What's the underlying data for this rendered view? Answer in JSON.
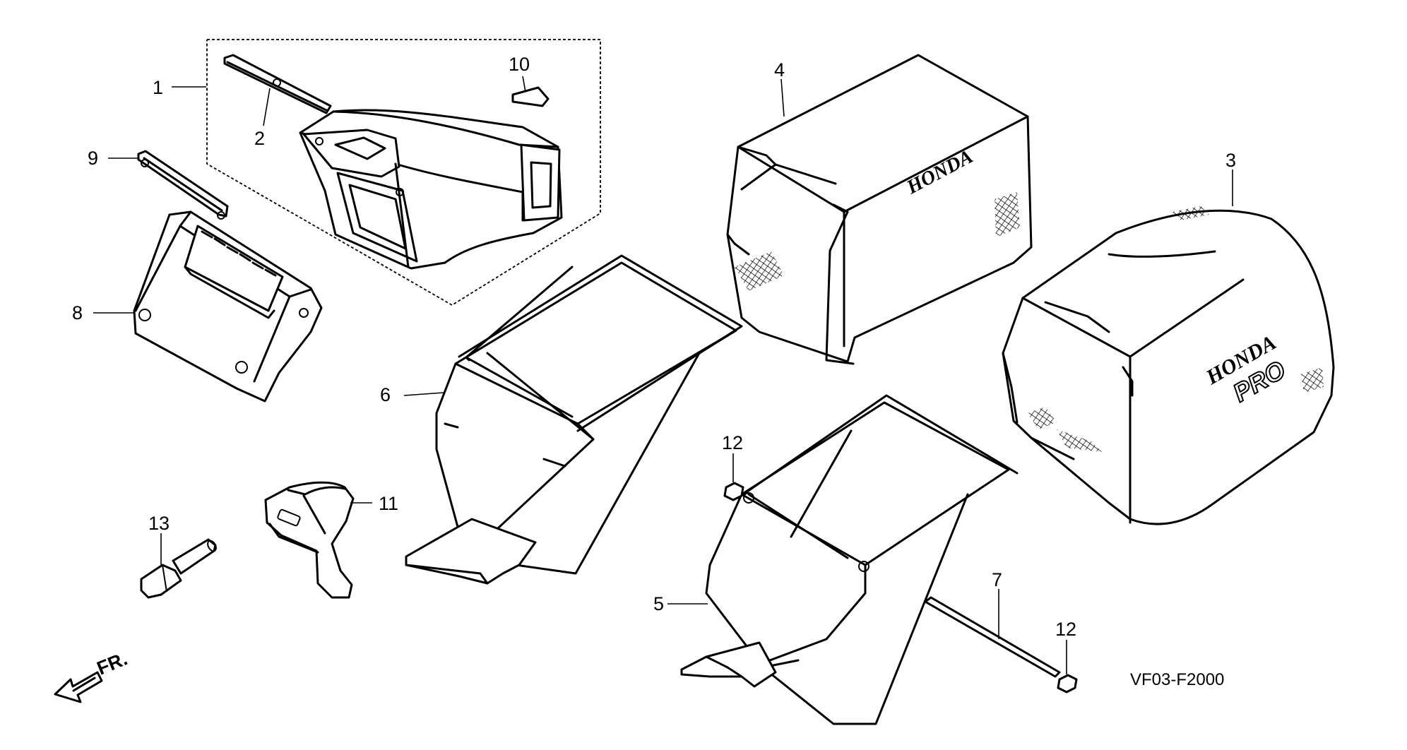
{
  "diagram": {
    "drawing_code": "VF03-F2000",
    "direction_label": "FR.",
    "callouts": [
      {
        "id": "c1",
        "label": "1"
      },
      {
        "id": "c2",
        "label": "2"
      },
      {
        "id": "c3",
        "label": "3"
      },
      {
        "id": "c4",
        "label": "4"
      },
      {
        "id": "c5",
        "label": "5"
      },
      {
        "id": "c6",
        "label": "6"
      },
      {
        "id": "c7",
        "label": "7"
      },
      {
        "id": "c8",
        "label": "8"
      },
      {
        "id": "c9",
        "label": "9"
      },
      {
        "id": "c10",
        "label": "10"
      },
      {
        "id": "c11",
        "label": "11"
      },
      {
        "id": "c12a",
        "label": "12"
      },
      {
        "id": "c12b",
        "label": "12"
      },
      {
        "id": "c13",
        "label": "13"
      }
    ],
    "brand_marks": {
      "bag4": "HONDA",
      "bag3_brand": "HONDA",
      "bag3_sub": "PRO"
    }
  }
}
